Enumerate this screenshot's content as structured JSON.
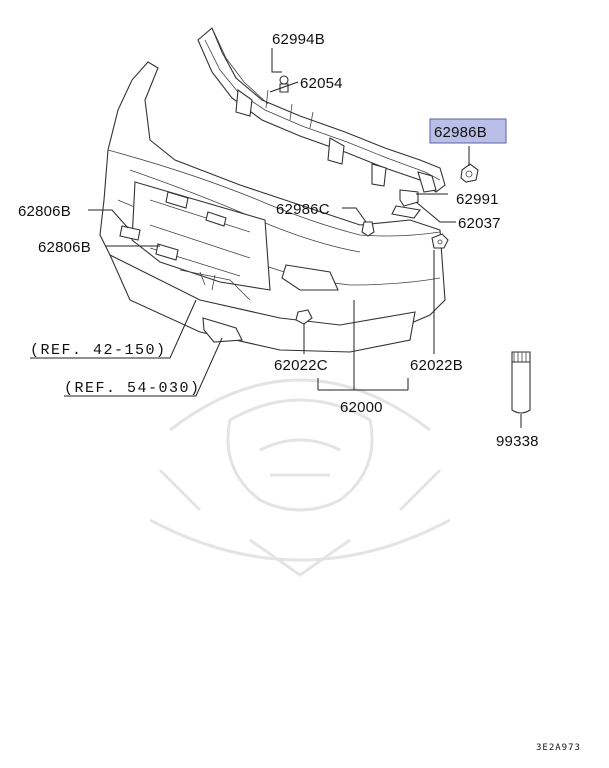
{
  "diagram": {
    "highlight_color": "#b9bfe6",
    "line_color": "#222222",
    "watermark": "samurai-helmet-logo",
    "parts": {
      "p62994B": "62994B",
      "p62054": "62054",
      "p62986B": "62986B",
      "p62991": "62991",
      "p62037": "62037",
      "p62986C": "62986C",
      "p62806B_top": "62806B",
      "p62806B_bottom": "62806B",
      "p62022C": "62022C",
      "p62022B": "62022B",
      "p62000": "62000",
      "p99338": "99338"
    },
    "references": {
      "ref1": "(REF. 42-150)",
      "ref2": "(REF. 54-030)"
    },
    "drawing_code": "3E2A973"
  }
}
